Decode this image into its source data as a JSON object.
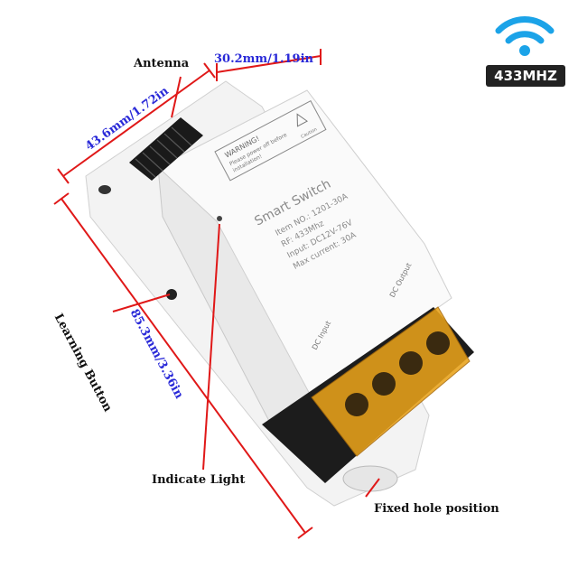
{
  "annotations": {
    "antenna": "Antenna",
    "learning_button": "Learning Button",
    "indicate_light": "Indicate Light",
    "fixed_hole_position": "Fixed hole position"
  },
  "dimensions": {
    "top_width": "30.2mm/1.19in",
    "side_depth": "43.6mm/1.72in",
    "length": "85.3mm/3.36in"
  },
  "badge": {
    "frequency": "433MHZ",
    "icon": "wifi-signal-icon",
    "color": "#1ba3e8"
  },
  "device_labels": {
    "warning_title": "WARNING!",
    "warning_text_1": "Please power off before",
    "warning_text_2": "installation!",
    "caution": "Caution",
    "product_name": "Smart Switch",
    "item_no": "Item NO.: 1201-30A",
    "rf": "RF: 433Mhz",
    "input": "Input: DC12V-76V",
    "max_current": "Max current: 30A",
    "dc_input": "DC Input",
    "dc_output": "DC Output"
  },
  "colors": {
    "annotation_line": "#e01818",
    "dimension_text": "#2a2ad8",
    "terminal_cover": "#e8a21a"
  }
}
